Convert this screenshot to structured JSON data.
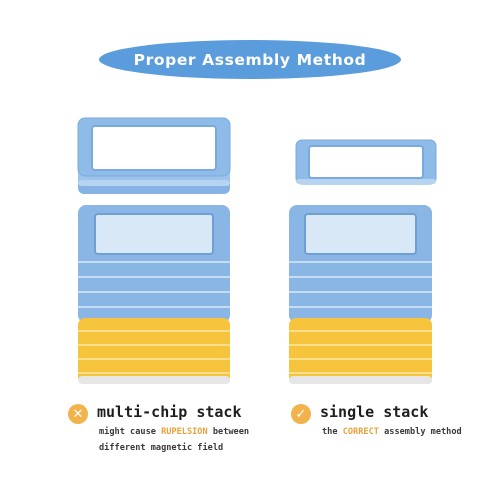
{
  "banner": {
    "title": "Proper Assembly Method"
  },
  "left": {
    "title": "multi-chip stack",
    "line1_pre": "might cause ",
    "line1_hl": "RUPELSION",
    "line1_post": " between",
    "line2": "different magnetic field",
    "icon": "x-mark-icon"
  },
  "right": {
    "title": "single stack",
    "line1_pre": "the ",
    "line1_hl": "CORRECT",
    "line1_post": " assembly method",
    "icon": "checkmark-icon"
  },
  "colors": {
    "banner": "#5b9cdc",
    "blue_tile": "#8cb8e8",
    "yellow_tile": "#f7c540",
    "accent": "#f2b24c"
  }
}
